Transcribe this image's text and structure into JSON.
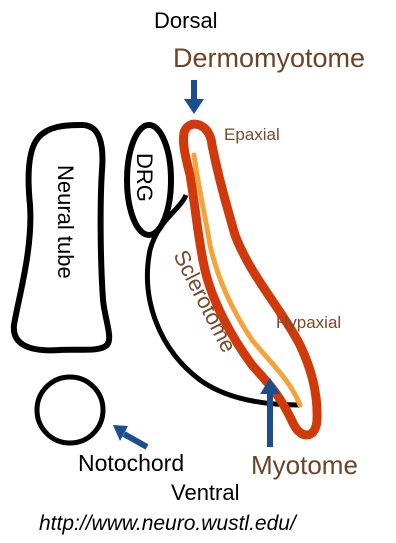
{
  "labels": {
    "dorsal": "Dorsal",
    "dermomyotome": "Dermomyotome",
    "epaxial": "Epaxial",
    "drg": "DRG",
    "neural_tube": "Neural tube",
    "sclerotome": "Sclerotome",
    "hypaxial": "Hypaxial",
    "notochord": "Notochord",
    "myotome": "Myotome",
    "ventral": "Ventral",
    "source_url": "http://www.neuro.wustl.edu/"
  },
  "colors": {
    "dermomyotome_text": "#6b4426",
    "sublabel_text": "#7a4a2a",
    "dermomyotome_outline": "#d03a0a",
    "myotome_inner": "#f4a23a",
    "arrow": "#1b4e8c",
    "outline": "#000000"
  }
}
